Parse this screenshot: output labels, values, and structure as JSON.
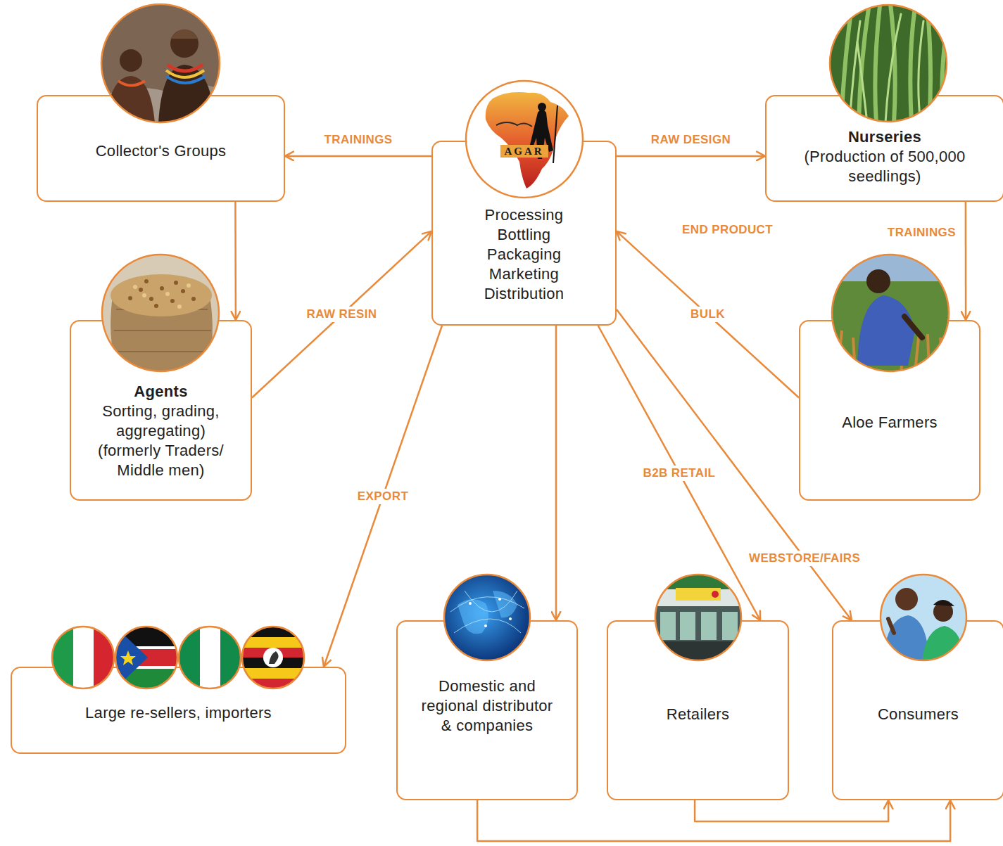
{
  "diagram": {
    "nodes": [
      {
        "text": [
          "Collector's Groups"
        ]
      },
      {
        "text": [
          "AGAR",
          "Processing Bottling Packaging Marketing Distribution"
        ]
      },
      {
        "text": [
          "Nurseries",
          "(Production of 500,000 seedlings)"
        ]
      },
      {
        "text": [
          "Agents",
          "Sorting, grading, aggregating) (formerly Traders/ Middle men)"
        ]
      },
      {
        "text": [
          "Aloe Farmers"
        ]
      },
      {
        "text": [
          "Large re-sellers, importers"
        ]
      },
      {
        "text": [
          "Domestic and regional distributor & companies"
        ]
      },
      {
        "text": [
          "Retailers"
        ]
      },
      {
        "text": [
          "Consumers"
        ]
      }
    ],
    "edges": [
      {
        "from": 1,
        "to": 0,
        "label": "TRAININGS",
        "arrow": "to"
      },
      {
        "from": 1,
        "to": 2,
        "label": "RAW DESIGN",
        "arrow": "to"
      },
      {
        "from": 0,
        "to": 3,
        "arrow": "to"
      },
      {
        "from": 3,
        "to": 1,
        "label": "RAW RESIN",
        "arrow": "to"
      },
      {
        "from": 2,
        "to": 4,
        "label": "TRAININGS",
        "arrow": "to"
      },
      {
        "from": 4,
        "to": 1,
        "label": "BULK",
        "arrow": "to"
      },
      {
        "from": 1,
        "to": 5,
        "label": "EXPORT",
        "arrow": "to"
      },
      {
        "from": 1,
        "to": 6,
        "arrow": "to"
      },
      {
        "from": 1,
        "to": 7,
        "label": "B2B RETAIL",
        "arrow": "to"
      },
      {
        "from": 1,
        "to": 8,
        "label": "WEBSTORE/FAIRS",
        "arrow": "to"
      },
      {
        "from": 7,
        "to": 8,
        "arrow": "to"
      },
      {
        "from": 6,
        "to": 8,
        "arrow": "to"
      }
    ],
    "labels": [
      "END PRODUCT"
    ]
  }
}
